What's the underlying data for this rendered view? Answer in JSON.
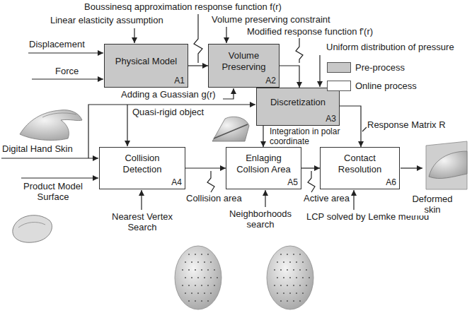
{
  "diagram": {
    "nodes": [
      {
        "text": [
          "Physical Model",
          "A1"
        ]
      },
      {
        "text": [
          "Volume Preserving",
          "A2"
        ]
      },
      {
        "text": [
          "Discretization",
          "A3"
        ]
      },
      {
        "text": [
          "Collision Detection",
          "A4"
        ]
      },
      {
        "text": [
          "Enlaging Collsion Area",
          "A5"
        ]
      },
      {
        "text": [
          "Contact Resolution",
          "A6"
        ]
      }
    ],
    "edges": [
      {
        "from": 0,
        "to": 1,
        "arrow": "to",
        "label": "Boussinesq approximation response function f(r)"
      },
      {
        "from": 1,
        "to": 2,
        "arrow": "to",
        "label": "Modified response function f'(r)"
      },
      {
        "from": 2,
        "to": 4,
        "arrow": "to",
        "label": "Integration in polar coordinate"
      },
      {
        "from": 2,
        "to": 5,
        "arrow": "to",
        "label": "Response Matrix R"
      },
      {
        "from": 3,
        "to": 4,
        "arrow": "to",
        "label": "Collision area"
      },
      {
        "from": 4,
        "to": 5,
        "arrow": "to",
        "label": "Active area"
      }
    ],
    "labels": [
      "Linear elasticity assumption",
      "Displacement",
      "Force",
      "Volume preserving constraint",
      "Adding a Guassian g(r)",
      "Uniform distribution of pressure",
      "Quasi-rigid object",
      "Digital Hand Skin",
      "Product Model Surface",
      "Nearest Vertex Search",
      "Neighborhoods search",
      "LCP solved by Lemke method",
      "Deformed skin"
    ],
    "legend": [
      {
        "text": "Pre-process",
        "color": "#c8c8c8"
      },
      {
        "text": "Online process",
        "color": "#ffffff"
      }
    ]
  }
}
